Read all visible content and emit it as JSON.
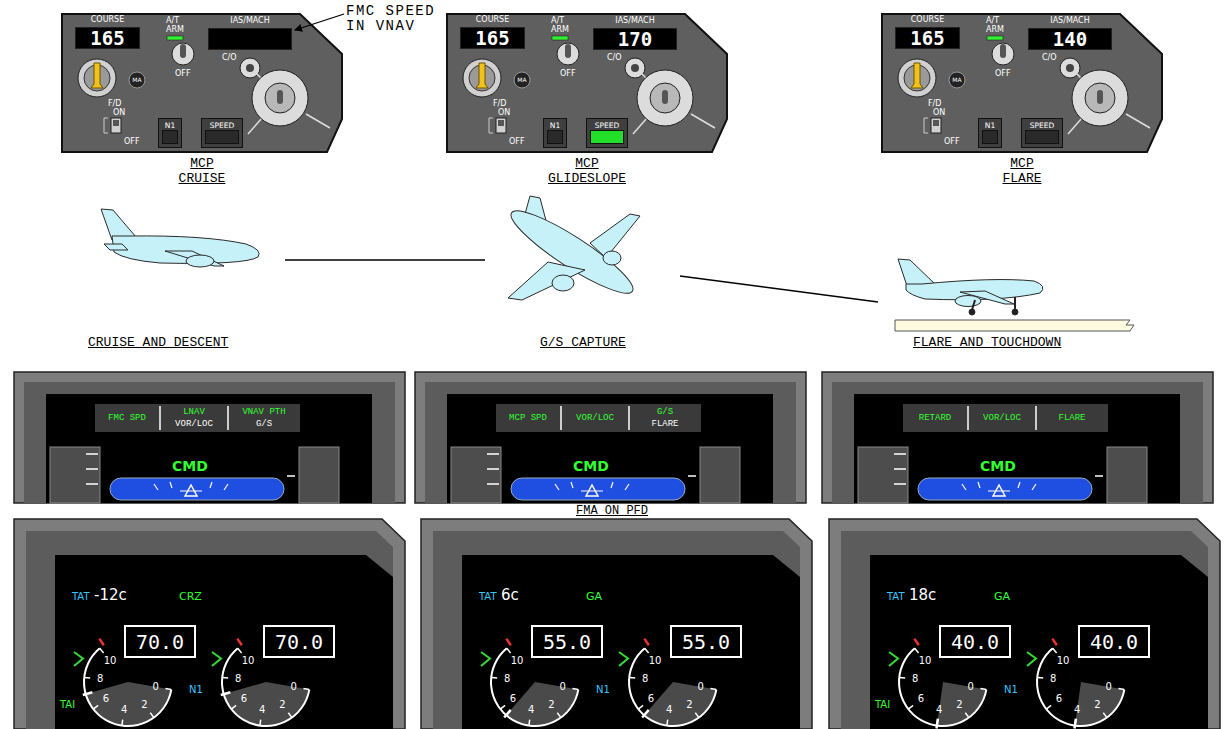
{
  "diagram": {
    "nodes": [
      {
        "text": [
          "MCP CRUISE"
        ]
      },
      {
        "text": [
          "COURSE",
          "165"
        ],
        "in": 0
      },
      {
        "text": [
          "IAS/MACH"
        ],
        "in": 0
      },
      {
        "text": [
          "N1"
        ],
        "in": 0
      },
      {
        "text": [
          "SPEED"
        ],
        "in": 0
      },
      {
        "text": [
          "MCP GLIDESLOPE"
        ]
      },
      {
        "text": [
          "COURSE",
          "165"
        ],
        "in": 5
      },
      {
        "text": [
          "IAS/MACH",
          "170"
        ],
        "in": 5
      },
      {
        "text": [
          "N1"
        ],
        "in": 5
      },
      {
        "text": [
          "SPEED"
        ],
        "in": 5
      },
      {
        "text": [
          "MCP FLARE"
        ]
      },
      {
        "text": [
          "COURSE",
          "165"
        ],
        "in": 10
      },
      {
        "text": [
          "IAS/MACH",
          "140"
        ],
        "in": 10
      },
      {
        "text": [
          "N1"
        ],
        "in": 10
      },
      {
        "text": [
          "SPEED"
        ],
        "in": 10
      },
      {
        "text": [
          "70.0"
        ]
      },
      {
        "text": [
          "70.0"
        ]
      },
      {
        "text": [
          "55.0"
        ]
      },
      {
        "text": [
          "55.0"
        ]
      },
      {
        "text": [
          "40.0"
        ]
      },
      {
        "text": [
          "40.0"
        ]
      }
    ],
    "labels": [
      "A/T",
      "ARM",
      "OFF",
      "C/O",
      "MA",
      "F/D",
      "ON",
      "OFF",
      "FMC SPEED IN VNAV",
      "A/T",
      "ARM",
      "OFF",
      "C/O",
      "MA",
      "F/D",
      "ON",
      "OFF",
      "A/T",
      "ARM",
      "OFF",
      "C/O",
      "MA",
      "F/D",
      "ON",
      "OFF",
      "CRUISE AND DESCENT",
      "G/S CAPTURE",
      "FLARE AND TOUCHDOWN",
      "FMC SPD",
      "LNAV",
      "VOR/LOC",
      "VNAV PTH",
      "G/S",
      "CMD",
      "MCP SPD",
      "VOR/LOC",
      "G/S",
      "FLARE",
      "CMD",
      "RETARD",
      "VOR/LOC",
      "FLARE",
      "CMD",
      "FMA ON PFD",
      "TAT",
      "-12c",
      "CRZ",
      "10",
      "8",
      "6",
      "4",
      "2",
      "0",
      "10",
      "8",
      "6",
      "4",
      "2",
      "0",
      "TAI",
      "N1",
      "TAT",
      "6c",
      "GA",
      "10",
      "8",
      "6",
      "4",
      "2",
      "0",
      "10",
      "8",
      "6",
      "4",
      "2",
      "0",
      "N1",
      "TAT",
      "18c",
      "GA",
      "10",
      "8",
      "6",
      "4",
      "2",
      "0",
      "10",
      "8",
      "6",
      "4",
      "2",
      "0",
      "TAI",
      "N1"
    ]
  }
}
